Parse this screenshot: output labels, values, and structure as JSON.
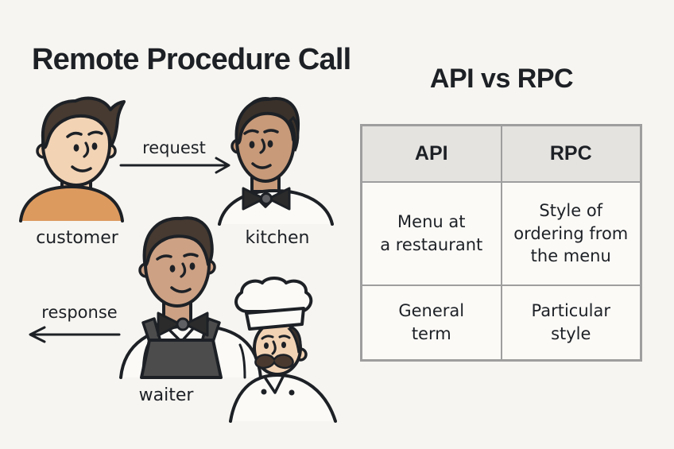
{
  "rpc_diagram": {
    "title": "Remote Procedure Call",
    "request_label": "request",
    "response_label": "response",
    "customer_label": "customer",
    "kitchen_label": "kitchen",
    "waiter_label": "waiter",
    "figures": [
      "customer man in orange shirt",
      "kitchen waiter with bow tie",
      "waiter with dark apron and bow tie",
      "chef with hat and mustache"
    ]
  },
  "comparison": {
    "title": "API vs RPC",
    "table": {
      "headers": [
        "API",
        "RPC"
      ],
      "rows": [
        {
          "api": "Menu at\na restaurant",
          "rpc": "Style of\nordering from\nthe menu"
        },
        {
          "api": "General\nterm",
          "rpc": "Particular\nstyle"
        }
      ]
    }
  },
  "colors": {
    "page_bg": "#f7f5f1",
    "ink": "#1d2126",
    "table_border": "#9e9e9e",
    "table_header_bg": "#e5e3e0",
    "table_cell_bg": "#fcfaf7",
    "customer_shirt": "#dd9a5f",
    "light_skin": "#f2d3b4",
    "tan_skin": "#c89a79",
    "waiter_skin": "#cda184",
    "hair_dark": "#463a31",
    "hair_darker": "#3a312a",
    "apron": "#4c4c4c",
    "shirt_white": "#fbfaf7",
    "tie_black": "#2b2b2b",
    "knot_gray": "#5f6063",
    "mustache": "#4a392e"
  }
}
